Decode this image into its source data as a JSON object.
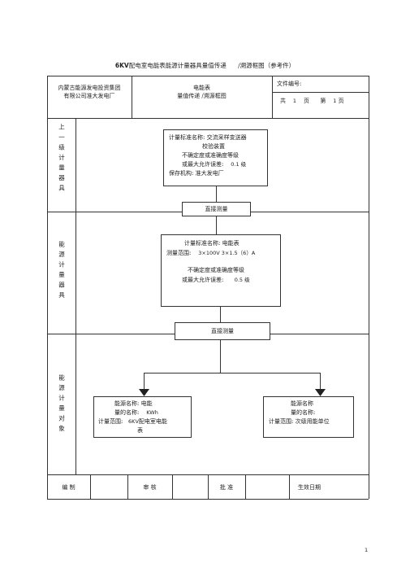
{
  "title": {
    "prefix": "6KV",
    "text": "配电室电能表能源计量器具量值传递",
    "suffix": "/溯源框图（参考件）"
  },
  "header": {
    "org_line1": "内蒙古能源发电投资集团",
    "org_line2": "有限公司准大发电厂",
    "mid_line1": "电能表",
    "mid_line2": "量值传递 /溯源框图",
    "file_label": "文件编号:",
    "total_label": "共",
    "total_value": "1",
    "page_label": "页",
    "seq_label": "第",
    "seq_value": "1",
    "seq_unit": "页"
  },
  "rows": {
    "upper": "上一级计量器具",
    "instrument": "能源计量器具",
    "object": "能源计量对象"
  },
  "box1": {
    "l1": "计量标准名称:  交流采样变送器",
    "l2": "校验装置",
    "l3": "不确定度或准确度等级",
    "l4a": "或最大允许误差:",
    "l4b": "0.1  级",
    "l5": "保存机构:  准大发电厂"
  },
  "arrow1": "直接测量",
  "box2": {
    "l1": "计量标准名称:  电能表",
    "l2a": "测量范围:",
    "l2b": "3×100V     3×1.5（6）A",
    "l3": "不确定度或准确度等级",
    "l4a": "或最大允许误差:",
    "l4b": "0.5  级"
  },
  "arrow2": "直接测量",
  "box3": {
    "l1": "能源名称:  电能",
    "l2a": "量的名称:",
    "l2b": "KWh",
    "l3a": "计量范围:",
    "l3b": "6KV",
    "l3c": "配电室电能",
    "l4": "表"
  },
  "box4": {
    "l1": "能源名称",
    "l2": "量的名称:",
    "l3": "计量范围:  次级用能单位"
  },
  "footer": {
    "compile": "编    制",
    "review": "审    核",
    "approve": "批    准",
    "effective": "生效日期"
  },
  "page_number": "1"
}
